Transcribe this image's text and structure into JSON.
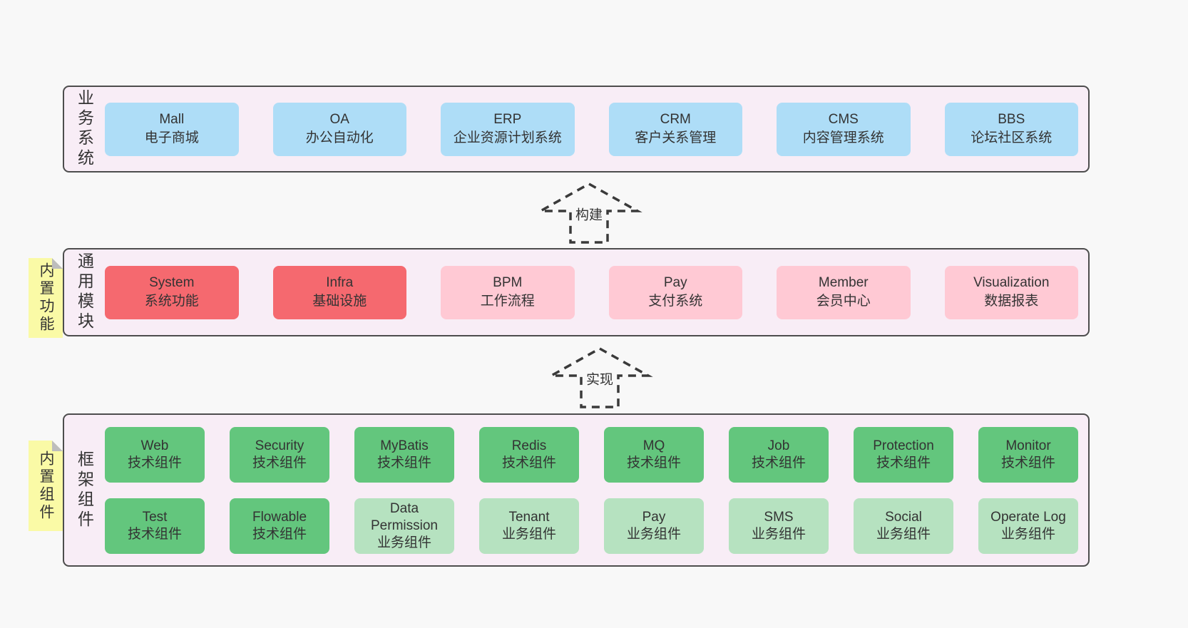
{
  "colors": {
    "bg": "#f8f8f8",
    "panel": "#f8edf6",
    "border": "#4d4d4d",
    "text": "#333333",
    "blue": "#aeddf7",
    "red": "#f5696f",
    "pink": "#ffc9d4",
    "green": "#63c67d",
    "lightgreen": "#b6e2c0",
    "yellow": "#fafaa6",
    "fold": "#bdbdbd",
    "arrow": "#3a3a3a"
  },
  "layers": [
    {
      "label": "业务系统",
      "boxes": [
        {
          "title": "Mall",
          "subtitle": "电子商城"
        },
        {
          "title": "OA",
          "subtitle": "办公自动化"
        },
        {
          "title": "ERP",
          "subtitle": "企业资源计划系统"
        },
        {
          "title": "CRM",
          "subtitle": "客户关系管理"
        },
        {
          "title": "CMS",
          "subtitle": "内容管理系统"
        },
        {
          "title": "BBS",
          "subtitle": "论坛社区系统"
        }
      ]
    },
    {
      "label": "通用模块",
      "note": "内置功能",
      "boxes": [
        {
          "title": "System",
          "subtitle": "系统功能"
        },
        {
          "title": "Infra",
          "subtitle": "基础设施"
        },
        {
          "title": "BPM",
          "subtitle": "工作流程"
        },
        {
          "title": "Pay",
          "subtitle": "支付系统"
        },
        {
          "title": "Member",
          "subtitle": "会员中心"
        },
        {
          "title": "Visualization",
          "subtitle": "数据报表"
        }
      ]
    },
    {
      "label": "框架组件",
      "note": "内置组件",
      "rows": [
        [
          {
            "title": "Web",
            "subtitle": "技术组件"
          },
          {
            "title": "Security",
            "subtitle": "技术组件"
          },
          {
            "title": "MyBatis",
            "subtitle": "技术组件"
          },
          {
            "title": "Redis",
            "subtitle": "技术组件"
          },
          {
            "title": "MQ",
            "subtitle": "技术组件"
          },
          {
            "title": "Job",
            "subtitle": "技术组件"
          },
          {
            "title": "Protection",
            "subtitle": "技术组件"
          },
          {
            "title": "Monitor",
            "subtitle": "技术组件"
          }
        ],
        [
          {
            "title": "Test",
            "subtitle": "技术组件"
          },
          {
            "title": "Flowable",
            "subtitle": "技术组件"
          },
          {
            "title": "Data Permission",
            "subtitle": "业务组件"
          },
          {
            "title": "Tenant",
            "subtitle": "业务组件"
          },
          {
            "title": "Pay",
            "subtitle": "业务组件"
          },
          {
            "title": "SMS",
            "subtitle": "业务组件"
          },
          {
            "title": "Social",
            "subtitle": "业务组件"
          },
          {
            "title": "Operate Log",
            "subtitle": "业务组件"
          }
        ]
      ]
    }
  ],
  "arrows": [
    {
      "label": "构建"
    },
    {
      "label": "实现"
    }
  ]
}
